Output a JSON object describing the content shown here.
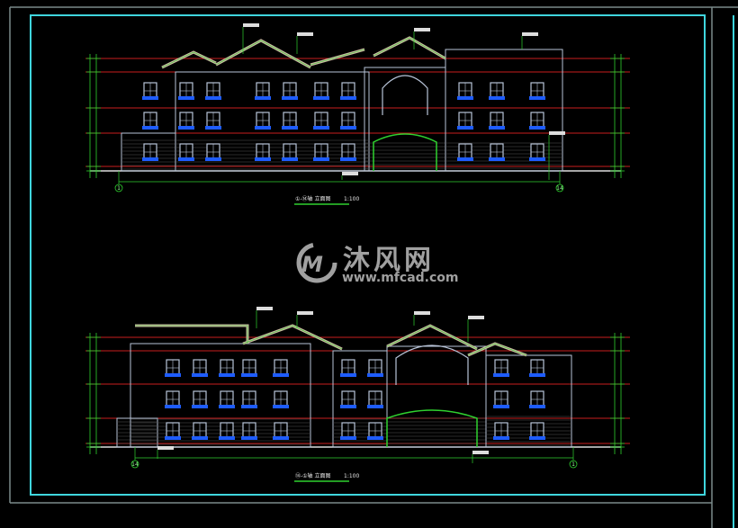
{
  "drawing": {
    "elevations": [
      {
        "title": "①-⑭轴 立面图",
        "scale": "1:100",
        "axis_left": "1",
        "axis_right": "14"
      },
      {
        "title": "⑭-①轴 立面图",
        "scale": "1:100",
        "axis_left": "14",
        "axis_right": "1"
      }
    ]
  },
  "watermark": {
    "brand": "沐风网",
    "url": "www.mfcad.com",
    "logo": "MF"
  },
  "colors": {
    "background": "#000000",
    "frame": "#3fd6de",
    "outer_frame": "#7a8a8a",
    "dimension": "#2fd12f",
    "level_line": "#c81e1e",
    "window_sill": "#1e5cff",
    "building": "#b8c4d8"
  }
}
